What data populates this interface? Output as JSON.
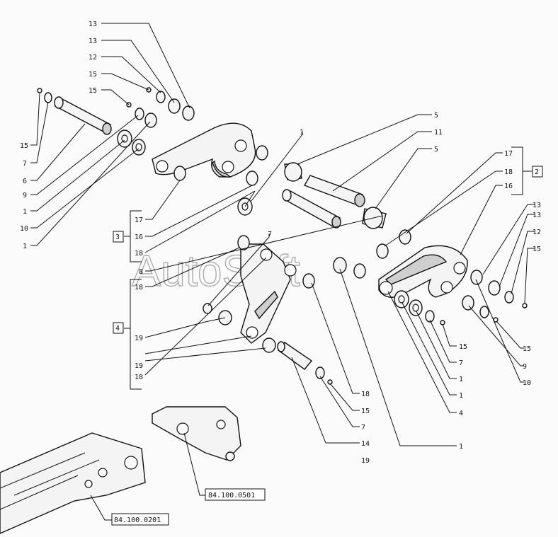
{
  "watermark": "AutoSoft",
  "callouts": {
    "c13a": "13",
    "c13b": "13",
    "c12a": "12",
    "c15a": "15",
    "c15b": "15",
    "c15c": "15",
    "c7a": "7",
    "c6": "6",
    "c9a": "9",
    "c1a": "1",
    "c10a": "10",
    "c1b": "1",
    "c5a": "5",
    "c11": "11",
    "c5b": "5",
    "c1c": "1",
    "c17a": "17",
    "c18a": "18",
    "c16a": "16",
    "c13c": "13",
    "c13d": "13",
    "c12b": "12",
    "c15d": "15",
    "c17b": "17",
    "c16b": "16",
    "c18b": "18",
    "c8": "8",
    "c18c": "18",
    "c7b": "7",
    "c19a": "19",
    "c19b": "19",
    "c18d": "18",
    "c15e": "15",
    "c15f": "15",
    "c7c": "7",
    "c1d": "1",
    "c1e": "1",
    "c4": "4",
    "c9b": "9",
    "c10b": "10",
    "c1f": "1",
    "c18e": "18",
    "c15g": "15",
    "c7d": "7",
    "c14": "14",
    "c19c": "19"
  },
  "group_boxes": {
    "g2": "2",
    "g3": "3",
    "g4": "4"
  },
  "references": {
    "ref1": "84.100.0501",
    "ref2": "84.100.0201"
  }
}
